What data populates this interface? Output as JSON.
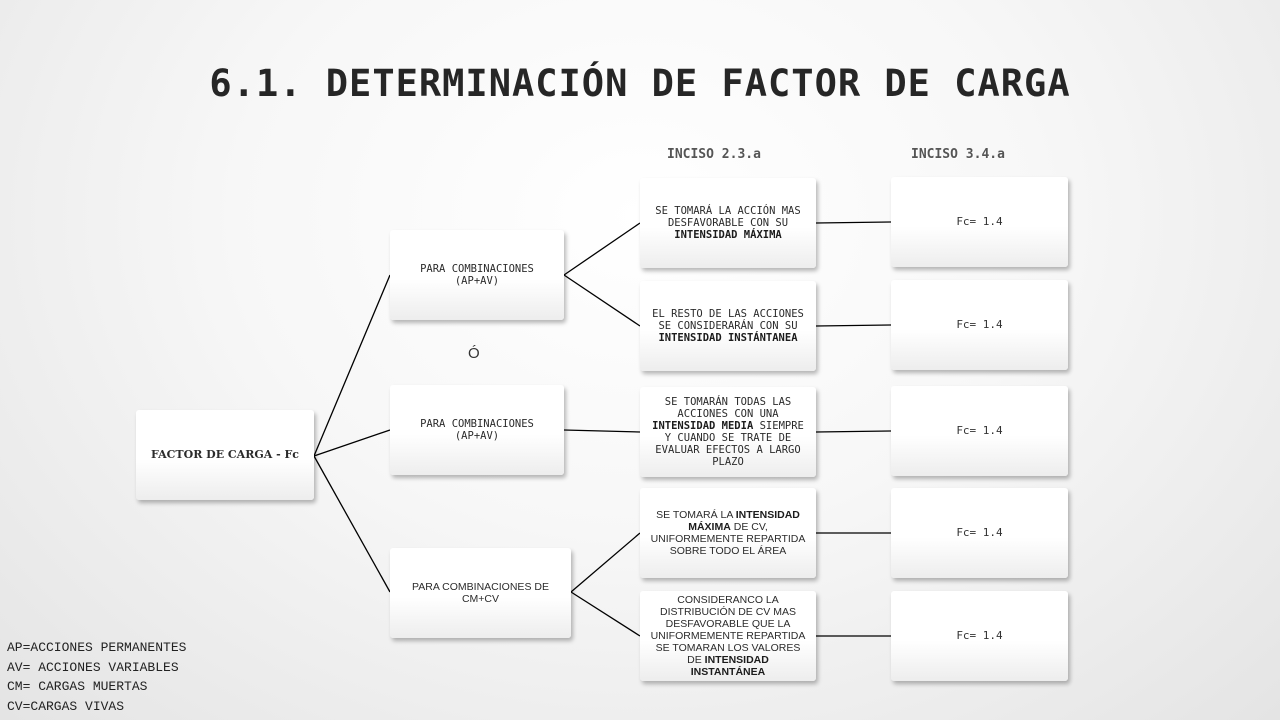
{
  "title": "6.1. DETERMINACIÓN DE FACTOR DE CARGA",
  "headers": {
    "col3": "INCISO 2.3.a",
    "col4": "INCISO 3.4.a"
  },
  "root": "FACTOR DE CARGA - Fc",
  "branches": [
    "PARA COMBINACIONES (AP+AV)",
    "PARA COMBINACIONES (AP+AV)",
    "PARA COMBINACIONES DE CM+CV"
  ],
  "separator": "Ó",
  "criteria": [
    {
      "pre": "SE TOMARÁ LA ACCIÓN MAS DESFAVORABLE CON SU ",
      "bold": "INTENSIDAD MÁXIMA",
      "post": ""
    },
    {
      "pre": "EL RESTO DE LAS ACCIONES SE CONSIDERARÁN CON SU ",
      "bold": "INTENSIDAD INSTÁNTANEA",
      "post": ""
    },
    {
      "pre": "SE TOMARÁN TODAS LAS ACCIONES CON UNA ",
      "bold": "INTENSIDAD MEDIA",
      "post": " SIEMPRE Y CUANDO SE TRATE DE EVALUAR EFECTOS A LARGO PLAZO"
    },
    {
      "pre": "SE TOMARÁ LA ",
      "bold": "INTENSIDAD MÁXIMA",
      "post": " DE CV, UNIFORMEMENTE REPARTIDA SOBRE TODO EL ÁREA"
    },
    {
      "pre": "CONSIDERANCO LA DISTRIBUCIÓN DE CV MAS DESFAVORABLE QUE LA UNIFORMEMENTE REPARTIDA SE TOMARAN LOS VALORES DE ",
      "bold": "INTENSIDAD INSTANTÁNEA",
      "post": ""
    }
  ],
  "results": [
    "Fc= 1.4",
    "Fc= 1.4",
    "Fc= 1.4",
    "Fc= 1.4",
    "Fc= 1.4"
  ],
  "legend": [
    "AP=ACCIONES PERMANENTES",
    "AV= ACCIONES VARIABLES",
    "CM= CARGAS MUERTAS",
    "CV=CARGAS VIVAS"
  ]
}
